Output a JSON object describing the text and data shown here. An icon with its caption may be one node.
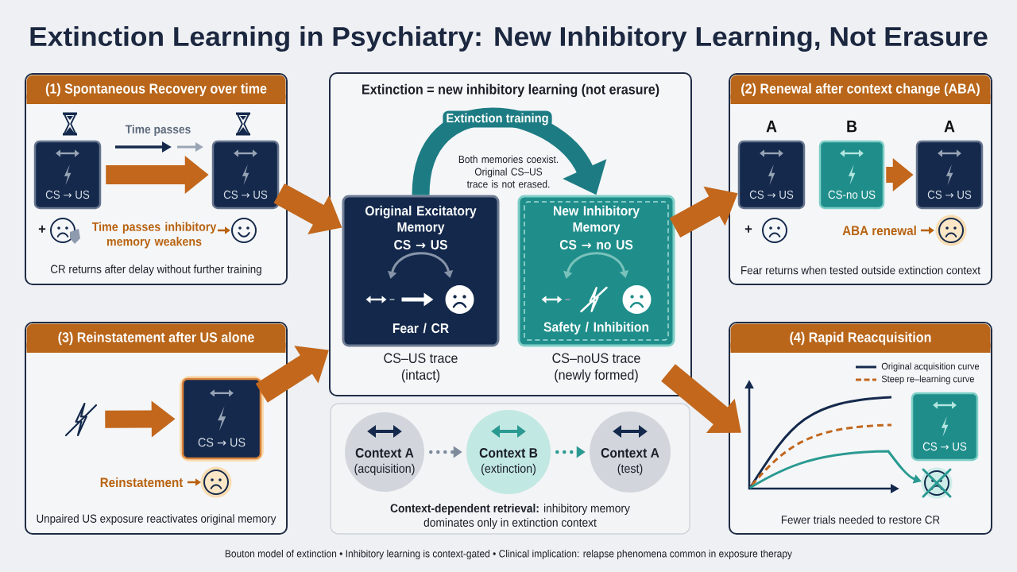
{
  "diagram": {
    "title": "Extinction Learning in Psychiatry: New Inhibitory Learning, Not Erasure",
    "nodes": [
      {
        "text": [
          "(1) Spontaneous Recovery over time",
          "CR returns after delay without further training"
        ]
      },
      {
        "text": [
          "CS → US"
        ],
        "in": 0
      },
      {
        "text": [
          "CS → US"
        ],
        "in": 0
      },
      {
        "text": [
          "Extinction = new inhibitory learning (not erasure)"
        ]
      },
      {
        "text": [
          "Original Excitatory Memory",
          "CS → US",
          "Fear / CR"
        ],
        "beside": [
          "CS–US trace (intact)"
        ],
        "in": 3
      },
      {
        "text": [
          "New Inhibitory Memory",
          "CS → no US",
          "Safety / Inhibition"
        ],
        "beside": [
          "CS–noUS trace (newly formed)"
        ],
        "in": 3
      },
      {
        "text": [
          "(2) Renewal after context change (ABA)",
          "Fear returns when tested outside extinction context"
        ]
      },
      {
        "text": [
          "CS → US"
        ],
        "beside": [
          "A"
        ],
        "in": 6
      },
      {
        "text": [
          "CS-no US"
        ],
        "beside": [
          "B"
        ],
        "in": 6
      },
      {
        "text": [
          "CS → US"
        ],
        "beside": [
          "A"
        ],
        "in": 6
      },
      {
        "text": [
          "(3) Reinstatement after US alone",
          "Unpaired US exposure reactivates original memory"
        ]
      },
      {
        "text": [],
        "shape": "picture",
        "in": 10
      },
      {
        "text": [
          "CS → US"
        ],
        "in": 10
      },
      {
        "text": [
          "**Context-dependent retrieval:** inhibitory memory dominates only in extinction context"
        ]
      },
      {
        "text": [
          "Context A",
          "(acquisition)"
        ],
        "in": 13
      },
      {
        "text": [
          "Context B",
          "(extinction)"
        ],
        "in": 13
      },
      {
        "text": [
          "Context A",
          "(test)"
        ],
        "in": 13
      },
      {
        "text": [
          "(4) Rapid Reacquisition",
          "Fewer trials needed to restore CR"
        ]
      },
      {
        "text": [
          "CS → US"
        ],
        "in": 17
      }
    ],
    "edges": [
      {
        "from": 1,
        "to": 2,
        "arrow": "to"
      },
      {
        "from": 2,
        "to": 4,
        "arrow": "to"
      },
      {
        "from": 4,
        "to": 5,
        "arrow": "to",
        "label": "Extinction training",
        "color": "#1d7c83"
      },
      {
        "from": 5,
        "to": 7,
        "arrow": "to"
      },
      {
        "from": 8,
        "to": 9,
        "arrow": "to"
      },
      {
        "from": 11,
        "to": 12,
        "arrow": "to"
      },
      {
        "from": 12,
        "to": 3,
        "arrow": "to"
      },
      {
        "from": 14,
        "to": 15,
        "arrow": "to",
        "style": "dashed",
        "color": "#7d8a9b"
      },
      {
        "from": 15,
        "to": 16,
        "arrow": "to",
        "style": "dashed",
        "color": "#2a9a92"
      },
      {
        "from": 3,
        "to": 17,
        "arrow": "to"
      }
    ],
    "labels": [
      "Time passes",
      "+",
      "Time passes inhibitory memory weakens",
      "Both memories coexist. Original CS–US trace is not erased.",
      "+",
      "ABA renewal",
      "Reinstatement",
      "Bouton model of extinction • Inhibitory learning is context-gated • Clinical implication: relapse phenomena common in exposure therapy"
    ],
    "legend": [
      {
        "text": "Original acquisition curve"
      },
      {
        "text": "Steep re–learning curve"
      }
    ]
  }
}
